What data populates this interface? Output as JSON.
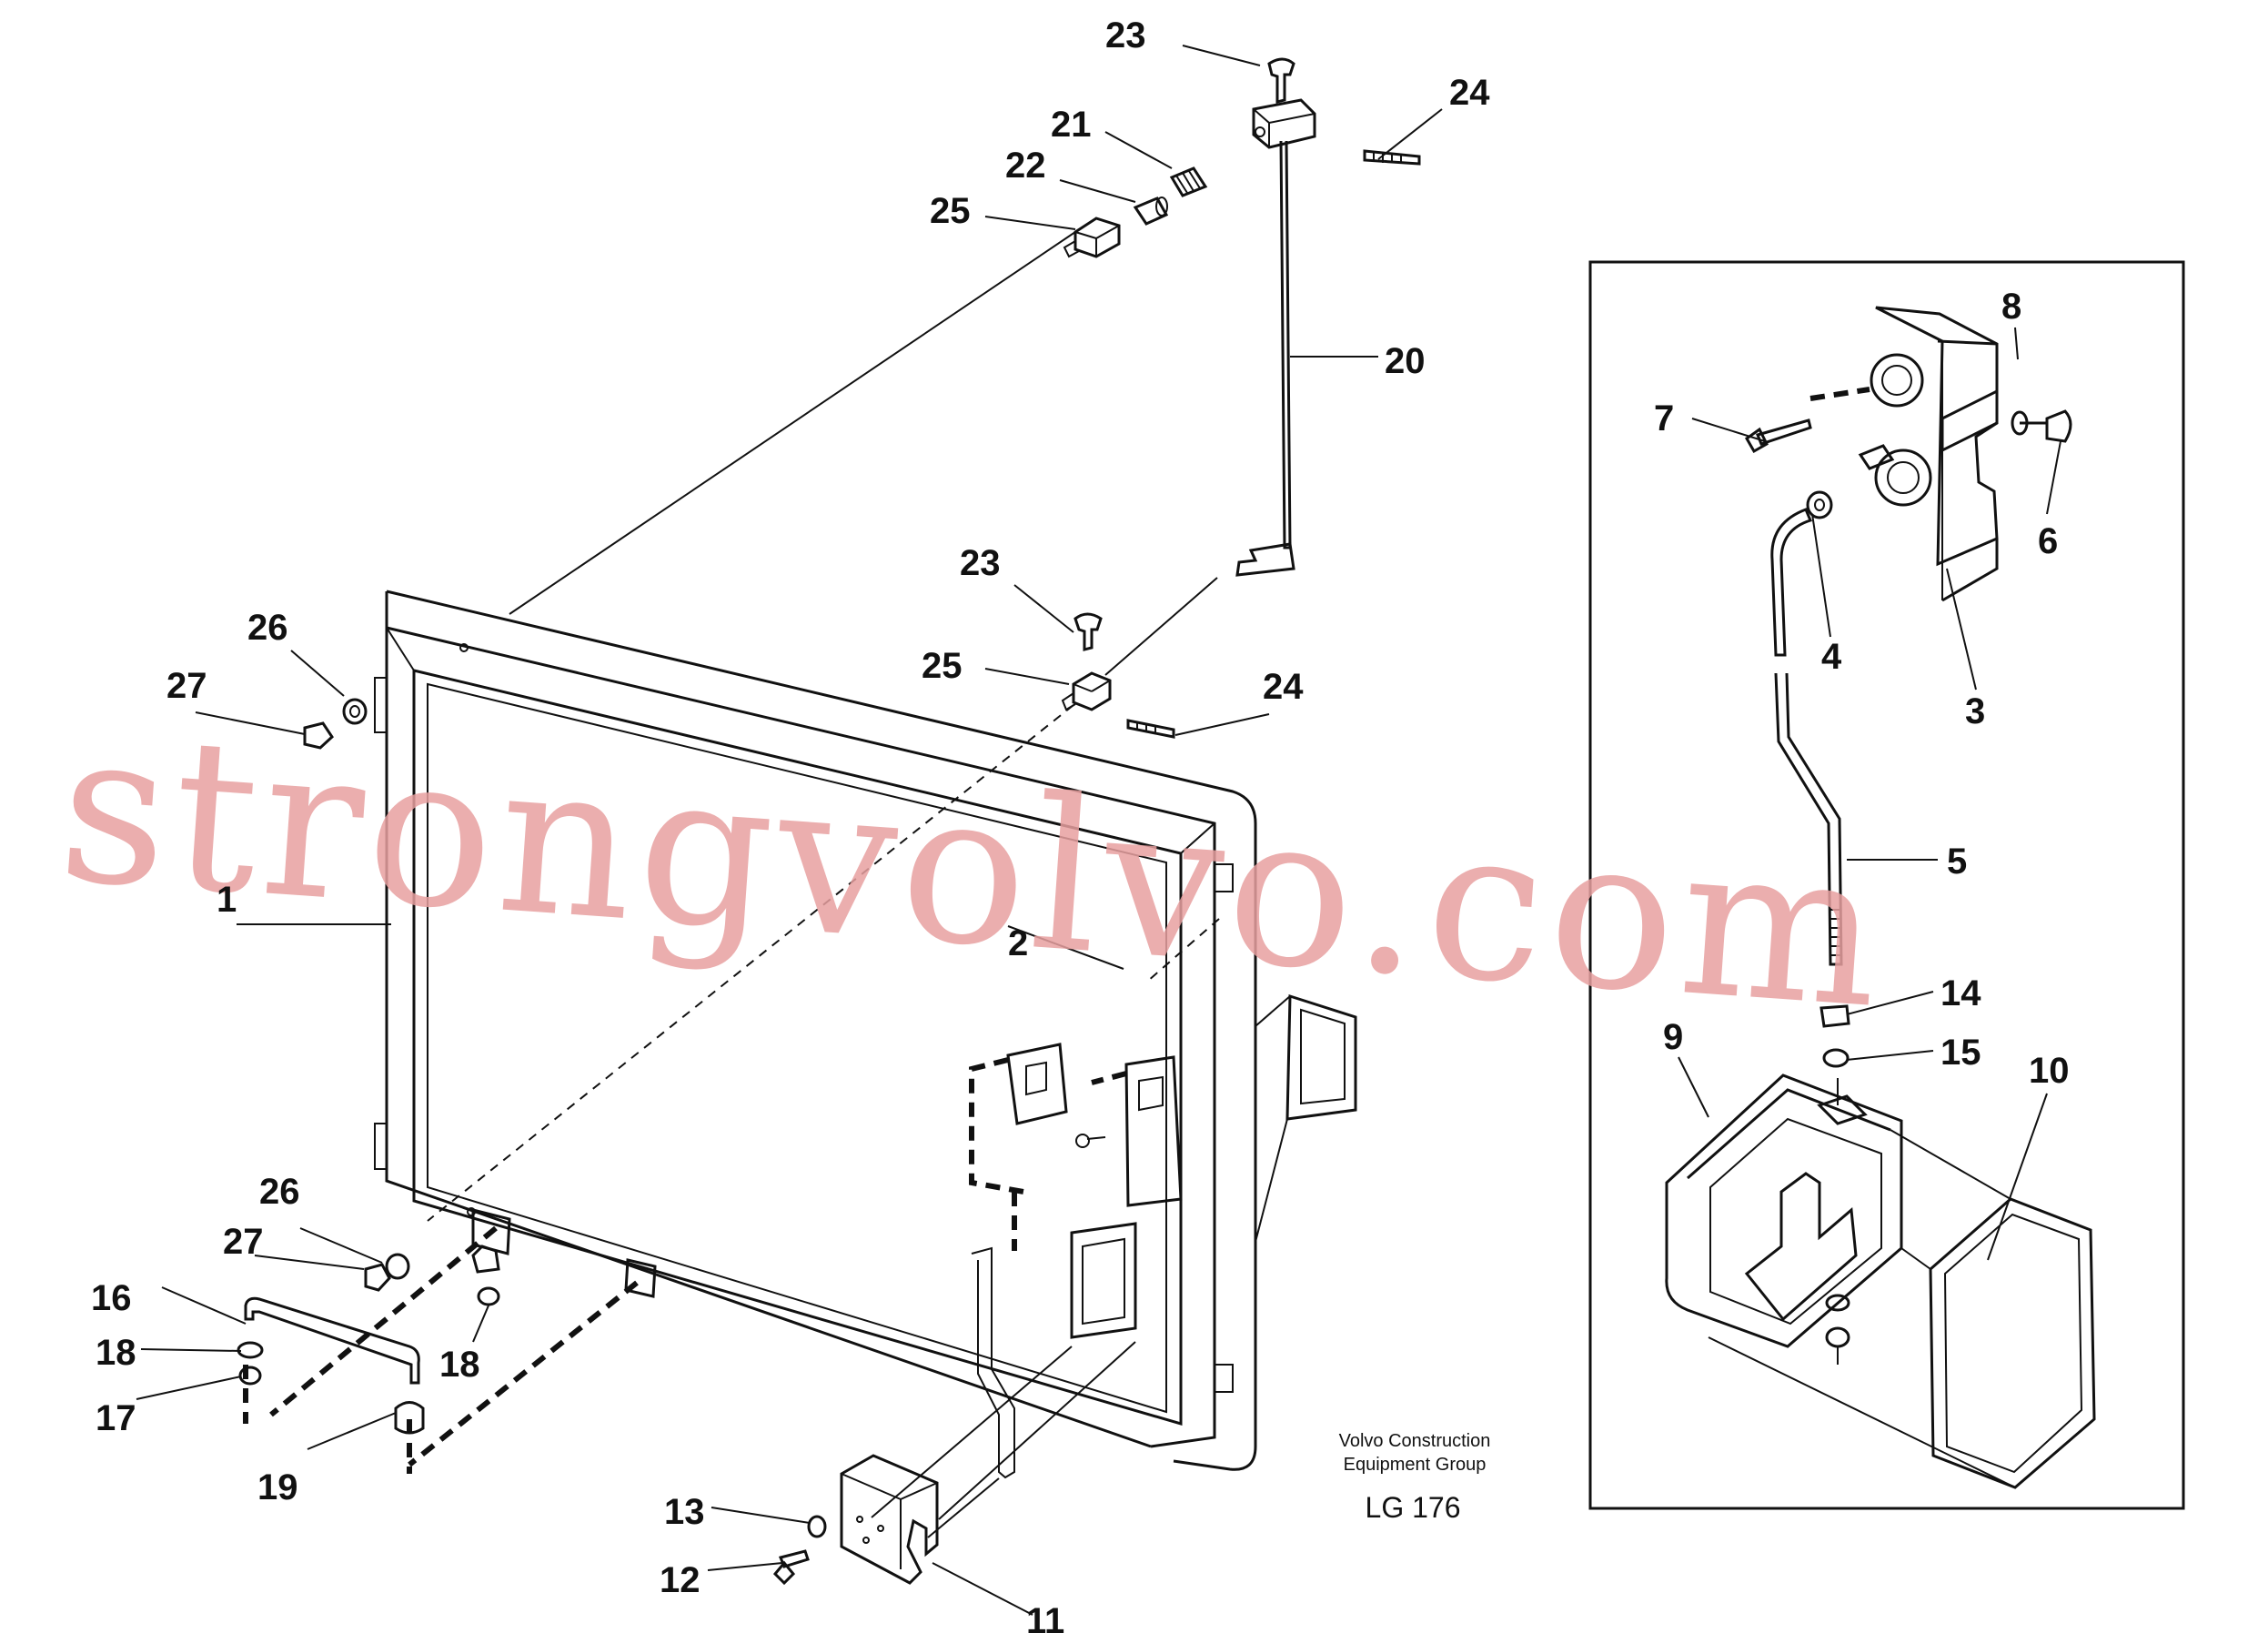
{
  "colors": {
    "ink": "#111111",
    "watermark": "#e8a0a0",
    "background": "#ffffff"
  },
  "watermark": {
    "text": "strongvolvo.com"
  },
  "caption": {
    "line1": "Volvo Construction",
    "line2": "Equipment Group",
    "code": "LG 176"
  },
  "callouts": {
    "c1": "1",
    "c2": "2",
    "c3": "3",
    "c4": "4",
    "c5": "5",
    "c6": "6",
    "c7": "7",
    "c8": "8",
    "c9": "9",
    "c10": "10",
    "c11": "11",
    "c12": "12",
    "c13": "13",
    "c14": "14",
    "c15": "15",
    "c16": "16",
    "c17": "17",
    "c18a": "18",
    "c18b": "18",
    "c19": "19",
    "c20": "20",
    "c21": "21",
    "c22": "22",
    "c23a": "23",
    "c23b": "23",
    "c24a": "24",
    "c24b": "24",
    "c25a": "25",
    "c25b": "25",
    "c26a": "26",
    "c26b": "26",
    "c27a": "27",
    "c27b": "27"
  }
}
